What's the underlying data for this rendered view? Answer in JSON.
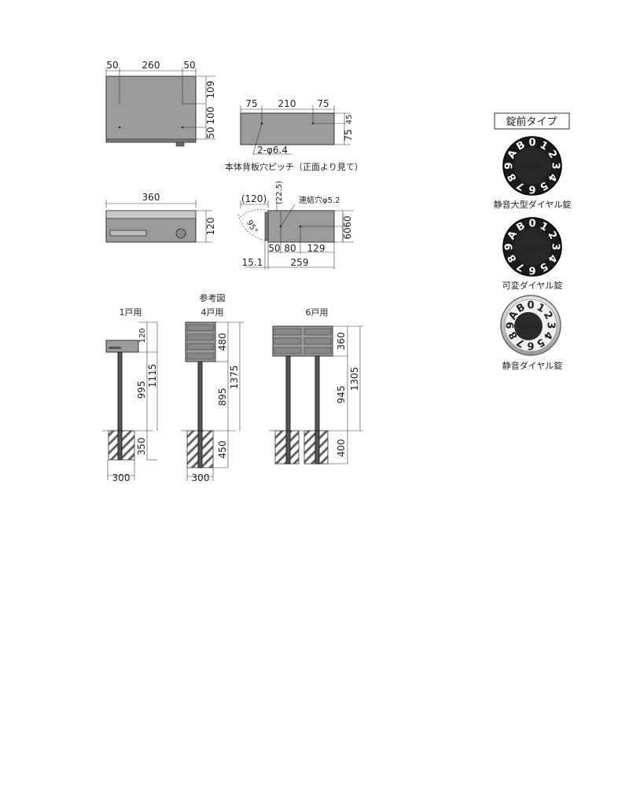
{
  "front_view": {
    "top_dims": [
      "50",
      "260",
      "50"
    ],
    "side_dims": [
      "109",
      "100",
      "50"
    ]
  },
  "back_plate": {
    "top_dims": [
      "75",
      "210",
      "75"
    ],
    "side_dims": [
      "45",
      "75"
    ],
    "hole_label": "2-φ6.4",
    "caption": "本体背板穴ピッチ（正面より見て）"
  },
  "elevation": {
    "width_dim": "360",
    "height_dim": "120"
  },
  "side_view": {
    "swing_dim": "(120)",
    "angle_dim": "95°",
    "small_dim": "(22.5)",
    "hole_label": "連結穴φ5.2",
    "right_dims": [
      "60",
      "60"
    ],
    "bottom_dims": [
      "50",
      "80",
      "129"
    ],
    "offset_dim": "15.1",
    "depth_dim": "259"
  },
  "reference": {
    "title": "参考図",
    "single": {
      "label": "1戸用",
      "dims": [
        "120",
        "995",
        "1115",
        "350"
      ],
      "base_dim": "300"
    },
    "four": {
      "label": "4戸用",
      "dims": [
        "480",
        "895",
        "1375",
        "450"
      ],
      "base_dim": "300"
    },
    "six": {
      "label": "6戸用",
      "dims": [
        "360",
        "945",
        "1305",
        "400"
      ]
    }
  },
  "lock_types": {
    "title": "錠前タイプ",
    "items": [
      {
        "label": "静音大型ダイヤル錠",
        "brand": "RASTA"
      },
      {
        "label": "可変ダイヤル錠",
        "brand": "RASTA"
      },
      {
        "label": "静音ダイヤル錠",
        "brand": "RASTA"
      }
    ],
    "dial_chars": [
      "0",
      "1",
      "2",
      "3",
      "4",
      "5",
      "6",
      "7",
      "8",
      "9",
      "A",
      "B"
    ]
  }
}
